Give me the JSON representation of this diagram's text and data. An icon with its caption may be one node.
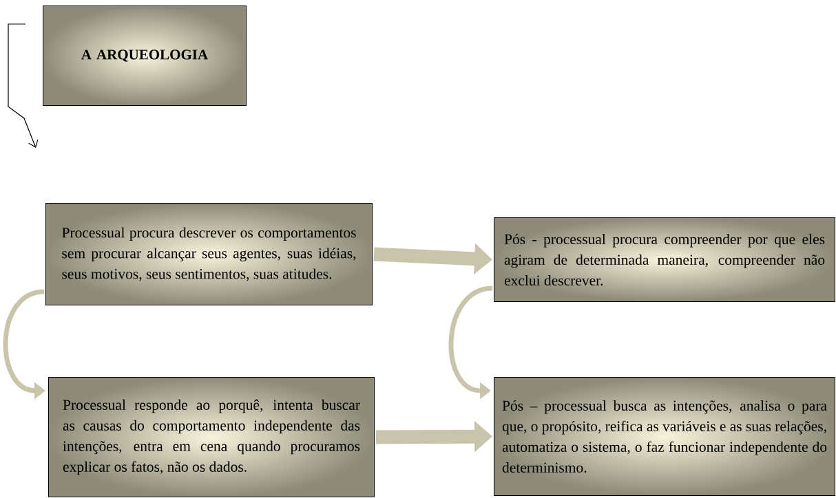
{
  "diagram": {
    "nodes": [
      {
        "text": [
          "A ARQUEOLOGIA"
        ]
      },
      {
        "text": [
          "Processual procura descrever os comportamentos sem procurar alcançar seus agentes, suas idéias, seus motivos, seus sentimentos, suas atitudes."
        ]
      },
      {
        "text": [
          "Pós - processual procura compreender por que eles agiram de determinada maneira, compreender não exclui descrever."
        ]
      },
      {
        "text": [
          "Processual responde ao porquê, intenta buscar as causas do comportamento independente das intenções, entra em cena quando procuramos explicar os fatos, não os dados."
        ]
      },
      {
        "text": [
          "Pós – processual busca as intenções, analisa o para que, o propósito, reifica as variáveis e as suas relações, automatiza o sistema, o faz funcionar independente do determinismo."
        ]
      }
    ],
    "edges": [
      {
        "from": 1,
        "to": 2,
        "arrow": "to",
        "style": "thick"
      },
      {
        "from": 1,
        "to": 3,
        "arrow": "to"
      },
      {
        "from": 2,
        "to": 4,
        "arrow": "to"
      },
      {
        "from": 3,
        "to": 4,
        "arrow": "to",
        "style": "thick"
      }
    ]
  }
}
